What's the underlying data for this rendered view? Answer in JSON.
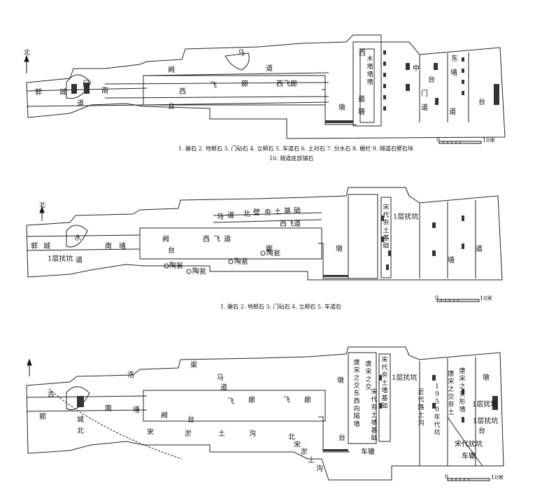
{
  "north_label": "北",
  "scale_zero": "0",
  "scale_ten": "10米",
  "plan1": {
    "labels": {
      "a": "马",
      "b": "阙",
      "c": "道",
      "d": "西",
      "e": "飞",
      "f": "廊",
      "g": "西飞廊",
      "h": "台",
      "i": "南",
      "j": "墩",
      "k": "郭",
      "l": "城",
      "m": "道",
      "n": "西",
      "o": "道",
      "p": "墙",
      "q": "中",
      "r": "门",
      "s": "道",
      "t": "东",
      "u": "墙",
      "v": "台",
      "w": "门",
      "x": "道",
      "y": "台"
    },
    "v_west_wall": "木墙墙墙",
    "legend_line1": "1. 礅石  2. 地栿石  3. 门砧石  4. 立颊石  5. 车道石  6. 土衬石  7. 分水石  8. 栅栏  9. 隧道石壁石块",
    "legend_line2": "10. 隧道底部铺石"
  },
  "plan2": {
    "labels": {
      "a": "马",
      "b": "道",
      "c": "北",
      "d": "壁",
      "e": "夯",
      "f": "土",
      "g": "基",
      "h": "础",
      "i": "西飞道",
      "j": "阙",
      "k": "台",
      "l": "西",
      "m": "飞",
      "n": "道",
      "o": "廊",
      "p": "水",
      "q": "南",
      "r": "墙",
      "s": "郭",
      "t": "城",
      "u": "1层扰坑",
      "v": "道",
      "w": "陶瓮",
      "x": "陶瓮",
      "y": "陶瓮",
      "z": "陶瓮",
      "aa": "墩",
      "ab": "1层扰坑",
      "ac": "墙",
      "ad": "道"
    },
    "v_song": "宋代夯土基础",
    "legend_line1": "1. 礅石  2. 地栿石  3. 门砧石  4. 立颊石  5. 车道石"
  },
  "plan3": {
    "labels": {
      "a": "渠",
      "b": "马",
      "c": "道",
      "d": "洛",
      "e": "飞",
      "f": "廊",
      "g": "飞",
      "h": "廊",
      "i": "古",
      "j": "南",
      "k": "墙",
      "l": "阙",
      "m": "台",
      "n": "郭",
      "o": "城",
      "p": "北",
      "q": "宋",
      "r": "淤",
      "s": "土",
      "t": "沟",
      "u": "北",
      "v": "宋",
      "w": "淤",
      "x": "土",
      "y": "沟",
      "z": "墩",
      "aa": "台",
      "ab": "车辙",
      "ac": "1层扰坑",
      "ad": "墩",
      "ae": "1层扰坑",
      "af": "宋代扰坑",
      "ag": "台",
      "ah": "车辙",
      "ai": "1层扰坑"
    },
    "v1": "唐宋之交东西向隔墙",
    "v2": "宋代夯土墙基础",
    "v3": "唐宋之交",
    "v4": "宋代夯土墙基础",
    "v5": "近代路土沟",
    "v6": "1950年代坑",
    "v7": "唐宋之交夯土",
    "v8": "唐宋之交形墙"
  }
}
